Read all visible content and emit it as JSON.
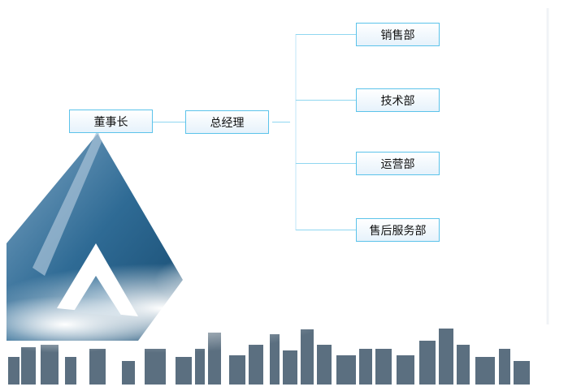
{
  "org_chart": {
    "chairman": "董事长",
    "general_manager": "总经理",
    "departments": [
      "销售部",
      "技术部",
      "运营部",
      "售后服务部"
    ]
  },
  "colors": {
    "border": "#5cc3ea",
    "line": "#8fd6f0"
  }
}
